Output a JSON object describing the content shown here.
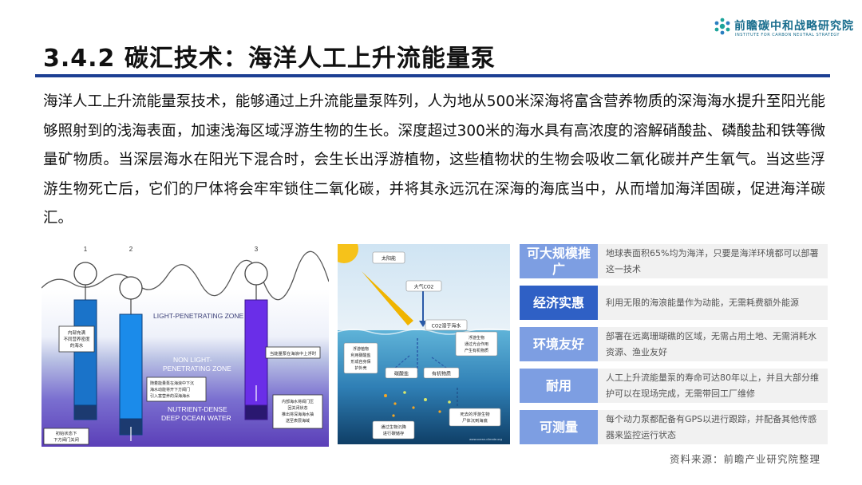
{
  "header": {
    "logo_cn": "前瞻碳中和战略研究院",
    "logo_en": "INSTITUTE FOR CARBON NEUTRAL STRATEGY"
  },
  "title": "3.4.2 碳汇技术：海洋人工上升流能量泵",
  "paragraph": "海洋人工上升流能量泵技术，能够通过上升流能量泵阵列，人为地从500米深海将富含营养物质的深海海水提升至阳光能够照射到的浅海表面，加速浅海区域浮游生物的生长。深度超过300米的海水具有高浓度的溶解硝酸盐、磷酸盐和铁等微量矿物质。当深层海水在阳光下混合时，会生长出浮游植物，这些植物状的生物会吸收二氧化碳并产生氧气。当这些浮游生物死亡后，它们的尸体将会牢牢锁住二氧化碳，并将其永远沉在深海的海底当中，从而增加海洋固碳，促进海洋碳汇。",
  "diagram": {
    "num1": "1",
    "num2": "2",
    "num3": "3",
    "zone_light": "LIGHT-PENETRATING ZONE",
    "zone_nonlight_1": "NON LIGHT-",
    "zone_nonlight_2": "PENETRATING ZONE",
    "zone_deep_1": "NUTRIENT-DENSE",
    "zone_deep_2": "DEEP OCEAN WATER",
    "note1_l1": "内部充满",
    "note1_l2": "不同营养密度",
    "note1_l3": "的海水",
    "note2_l1": "随着能量泵在海浪中下沉",
    "note2_l2": "海水动能将开下方阀门",
    "note2_l3": "引入富营养的深海海水",
    "note3": "当能量泵在海浪中上浮时",
    "note4_l1": "内部海水将阀门压",
    "note4_l2": "回关闭状态",
    "note4_l3": "推出将深海海水抽",
    "note4_l4": "送至表层海域",
    "note5_l1": "初始状态下",
    "note5_l2": "下方阀门关闭"
  },
  "photo": {
    "sun": "太阳能",
    "co2_air": "大气CO2",
    "co2_dissolve": "CO2溶于海水",
    "left_note_l1": "浮游植物",
    "left_note_l2": "利用碳酸盐",
    "left_note_l3": "形成自身保",
    "left_note_l4": "护外壳",
    "right_note_l1": "浮游生物",
    "right_note_l2": "通过光合作用",
    "right_note_l3": "产生有机物质",
    "carbonate": "碳酸盐",
    "organic": "有机物质",
    "dead_l1": "死去的浮游生物",
    "dead_l2": "尸体沉到海底",
    "store_l1": "通过生物沉降",
    "store_l2": "进行碳储存",
    "credit": "www.ocean-climate.org"
  },
  "benefits": [
    {
      "label": "可大规模推广",
      "desc": "地球表面积65%均为海洋，只要是海洋环境都可以部署这一技术"
    },
    {
      "label": "经济实惠",
      "desc": "利用无限的海浪能量作为动能，无需耗费额外能源"
    },
    {
      "label": "环境友好",
      "desc": "部署在远离珊瑚礁的区域，无需占用土地、无需消耗水资源、渔业友好"
    },
    {
      "label": "耐用",
      "desc": "人工上升流能量泵的寿命可达80年以上，并且大部分维护可以在现场完成，无需带回工厂维修"
    },
    {
      "label": "可测量",
      "desc": "每个动力泵都配备有GPS以进行跟踪，并配备其他传感器来监控运行状态"
    }
  ],
  "source": "资料来源：前瞻产业研究院整理"
}
